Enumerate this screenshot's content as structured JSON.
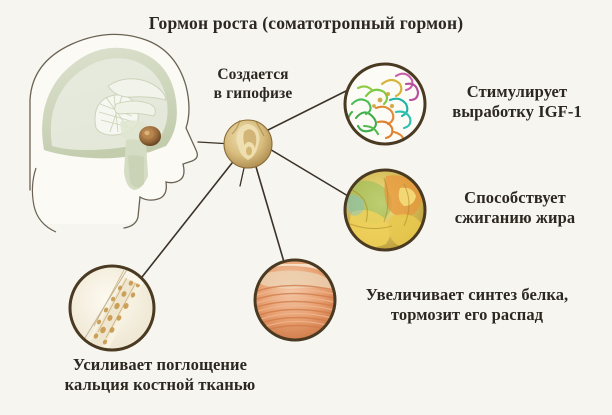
{
  "poster": {
    "title": "Гормон роста (соматотропный гормон)",
    "background_color": "#f6f5f0",
    "text_color": "#2d2721"
  },
  "diagram": {
    "hub": {
      "name": "pituitary-gland-hub",
      "label": "Создается\nв гипофизе",
      "color": "#c9ac6a"
    },
    "head_illustration": {
      "name": "head-brain-profile",
      "brain_color": "#cfd6bd",
      "outline_color": "#6b6253",
      "pituitary_color": "#8a5f35"
    },
    "nodes": [
      {
        "id": "igf",
        "icon_name": "protein-molecule-icon",
        "label": "Стимулирует\nвыработку IGF-1",
        "circle_color": "#4a3a22"
      },
      {
        "id": "fat",
        "icon_name": "fat-cells-icon",
        "label": "Способствует\nсжиганию жира",
        "circle_color": "#4a3a22"
      },
      {
        "id": "protein",
        "icon_name": "muscle-tissue-icon",
        "label": "Увеличивает синтез белка,\nтормозит его распад",
        "circle_color": "#4a3a22"
      },
      {
        "id": "bone",
        "icon_name": "bone-tissue-icon",
        "label": "Усиливает поглощение\nкальция костной тканью",
        "circle_color": "#4a3a22"
      }
    ]
  }
}
